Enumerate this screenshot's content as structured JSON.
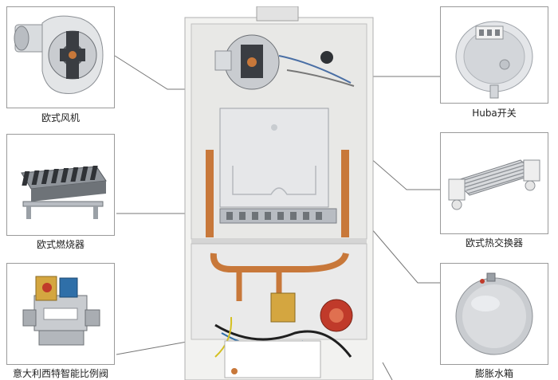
{
  "components": [
    {
      "id": "fan",
      "label": "欧式风机",
      "side": "left",
      "icon": "centrifugal-fan-icon"
    },
    {
      "id": "burner",
      "label": "欧式燃烧器",
      "side": "left",
      "icon": "burner-icon"
    },
    {
      "id": "gas_valve",
      "label": "意大利西特智能比例阀",
      "side": "left",
      "icon": "gas-valve-icon"
    },
    {
      "id": "pressure_switch",
      "label": "Huba开关",
      "side": "right",
      "icon": "pressure-switch-icon"
    },
    {
      "id": "heat_exchanger",
      "label": "欧式热交换器",
      "side": "right",
      "icon": "heat-exchanger-icon"
    },
    {
      "id": "expansion_tank",
      "label": "膨胀水箱",
      "side": "right",
      "icon": "expansion-tank-icon"
    }
  ],
  "colors": {
    "frame": "#9a9a9a",
    "leader": "#777777",
    "copper": "#c8783a",
    "boiler_white": "#f2f2f0",
    "steel": "#b8bcc2"
  }
}
